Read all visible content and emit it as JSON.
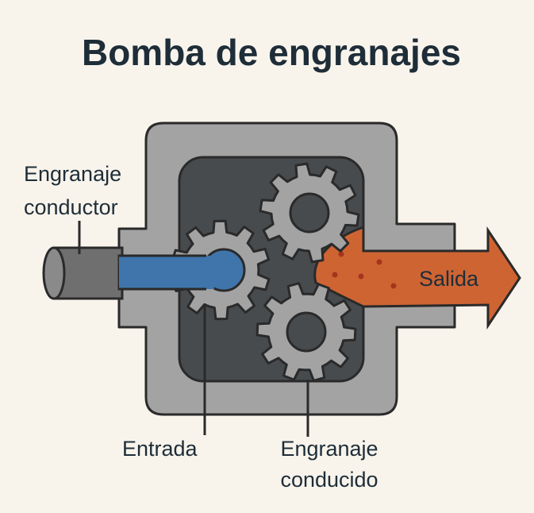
{
  "diagram": {
    "title": "Bomba de engranajes",
    "labels": {
      "drive_gear_line1": "Engranaje",
      "drive_gear_line2": "conductor",
      "inlet": "Entrada",
      "outlet": "Salida",
      "driven_gear_line1": "Engranaje",
      "driven_gear_line2": "conducido"
    },
    "colors": {
      "background": "#f8f4ec",
      "housing": "#a3a3a3",
      "chamber": "#474b4e",
      "gear": "#a3a3a3",
      "gear_hub": "#474b4e",
      "shaft": "#6f6f6f",
      "inlet_flow": "#3f75aa",
      "outlet_flow": "#cf6433",
      "outlet_dots": "#a5341d",
      "outline": "#2a2a2a",
      "text": "#1e2d38"
    }
  }
}
